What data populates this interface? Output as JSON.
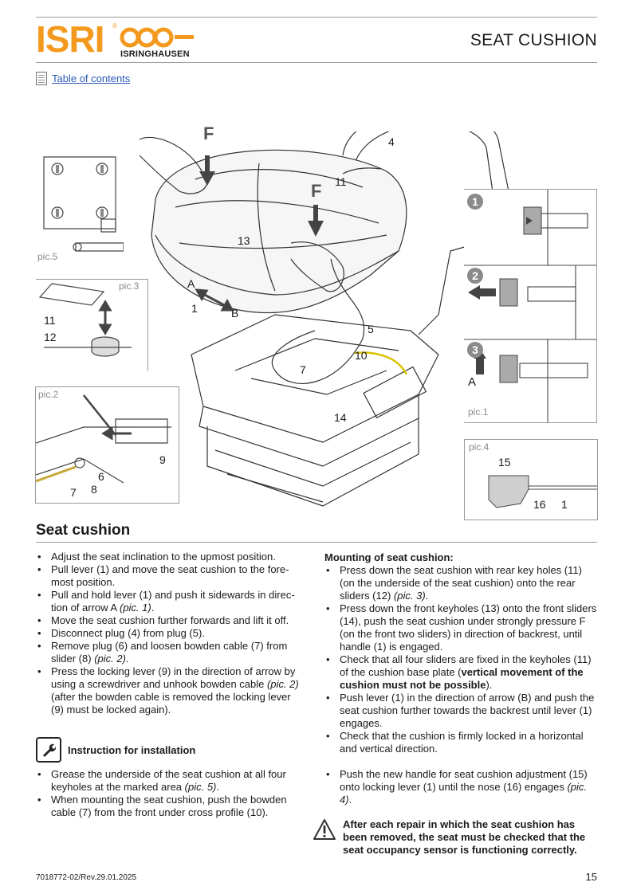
{
  "header": {
    "logo_text": "ISRI",
    "logo_subtitle": "ISRINGHAUSEN",
    "title": "SEAT CUSHION",
    "toc_link": "Table of contents"
  },
  "figure": {
    "pic_labels": [
      "pic.5",
      "pic.3",
      "pic.2",
      "pic.1",
      "pic.4"
    ],
    "callouts": {
      "F1": "F",
      "F2": "F",
      "n4": "4",
      "n11a": "11",
      "n13": "13",
      "nA": "A",
      "nB": "B",
      "n1": "1",
      "n5": "5",
      "n10": "10",
      "n7": "7",
      "n14": "14",
      "p3_11": "11",
      "p3_12": "12",
      "p2_9": "9",
      "p2_6": "6",
      "p2_7": "7",
      "p2_8": "8",
      "p1_step1": "1",
      "p1_step2": "2",
      "p1_step3": "3",
      "p1_A": "A",
      "p4_15": "15",
      "p4_16": "16",
      "p4_1": "1"
    }
  },
  "section": {
    "title": "Seat cushion",
    "removal": [
      [
        {
          "t": "Adjust the seat inclination to the upmost position."
        }
      ],
      [
        {
          "t": "Pull lever (1) and move the seat cushion to the fore-most position."
        }
      ],
      [
        {
          "t": "Pull and hold lever (1) and push it sidewards in direc-tion of arrow A "
        },
        {
          "t": "(pic. 1)",
          "i": true
        },
        {
          "t": "."
        }
      ],
      [
        {
          "t": "Move the seat cushion further forwards and lift it off."
        }
      ],
      [
        {
          "t": "Disconnect plug (4) from plug (5)."
        }
      ],
      [
        {
          "t": "Remove plug (6) and loosen bowden cable (7) from slider (8) "
        },
        {
          "t": "(pic. 2)",
          "i": true
        },
        {
          "t": "."
        }
      ],
      [
        {
          "t": "Press the locking lever (9) in the direction of arrow by using a screwdriver and unhook bowden cable "
        },
        {
          "t": "(pic. 2)",
          "i": true
        },
        {
          "t": " (after the bowden cable is removed the locking lever (9) must be locked again)."
        }
      ]
    ],
    "instruction_label": "Instruction for installation",
    "installation": [
      [
        {
          "t": "Grease the underside of the seat cushion at all four keyholes at the marked area "
        },
        {
          "t": "(pic. 5)",
          "i": true
        },
        {
          "t": "."
        }
      ],
      [
        {
          "t": "When mounting the seat cushion, push the bowden cable (7) from the front under cross profile (10)."
        }
      ]
    ],
    "mounting_heading": "Mounting of seat cushion:",
    "mounting": [
      [
        {
          "t": "Press down the seat cushion with rear key holes (11) (on the underside of the seat cushion) onto the rear sliders (12) "
        },
        {
          "t": "(pic. 3)",
          "i": true
        },
        {
          "t": "."
        }
      ],
      [
        {
          "t": "Press down the front keyholes (13) onto the front sliders (14), push the seat cushion under strongly pressure F (on the front two sliders) in direction of backrest, until handle (1) is engaged."
        }
      ],
      [
        {
          "t": "Check that all four sliders are fixed in the keyholes (11) of the cushion base plate ("
        },
        {
          "t": "vertical movement of the cushion must not be possible",
          "b": true
        },
        {
          "t": ")."
        }
      ],
      [
        {
          "t": "Push lever (1) in the direction of arrow (B) and push the seat cushion further towards the backrest until lever (1) engages."
        }
      ],
      [
        {
          "t": "Check that the cushion is firmly locked in a horizontal and vertical direction."
        }
      ]
    ],
    "handle": [
      [
        {
          "t": "Push the new handle for seat cushion adjustment (15) onto locking lever (1) until the nose (16) engages "
        },
        {
          "t": "(pic. 4)",
          "i": true
        },
        {
          "t": "."
        }
      ]
    ],
    "warning": "After each repair in which the seat cushion has been removed, the seat must be checked that the seat occupancy sensor is functioning correctly."
  },
  "footer": {
    "doc_id": "7018772-02/Rev.29.01.2025",
    "page": "15"
  },
  "colors": {
    "brand_orange": "#f39a1e",
    "link_blue": "#2a5ab8",
    "rule_gray": "#9a9a9a"
  },
  "icons": [
    "document-icon",
    "wrench-icon",
    "warning-triangle-icon"
  ]
}
